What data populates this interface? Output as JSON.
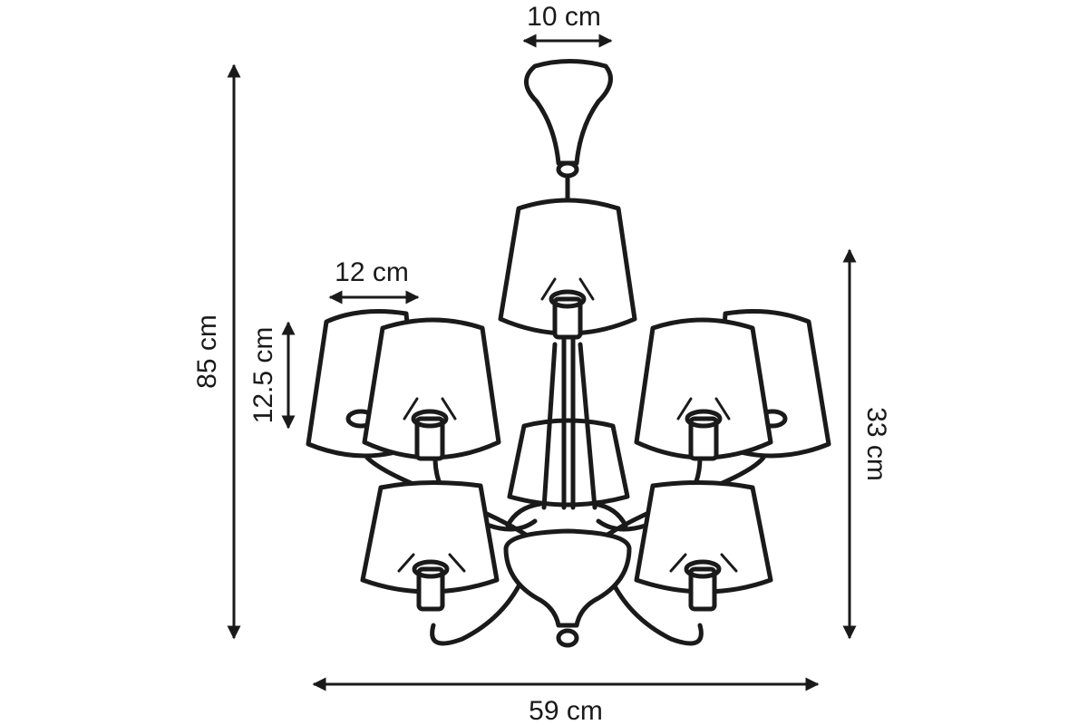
{
  "dimensions": {
    "canopy_width": "10 cm",
    "shade_width": "12 cm",
    "shade_height": "12.5 cm",
    "total_height": "85 cm",
    "body_height": "33 cm",
    "total_width": "59 cm"
  },
  "colors": {
    "line": "#1a1a1a",
    "background": "#ffffff"
  }
}
